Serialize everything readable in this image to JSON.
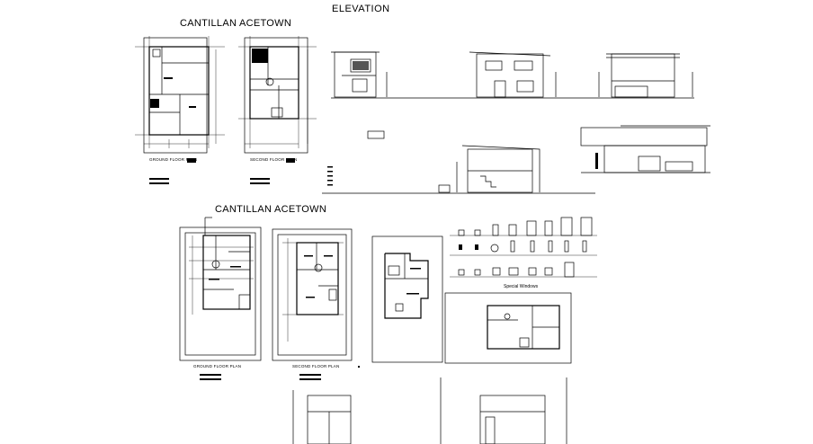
{
  "titles": {
    "elevation": "ELEVATION",
    "top_project": "CANTILLAN ACETOWN",
    "bottom_project": "CANTILLAN ACETOWN"
  },
  "plan_labels": {
    "top_ground": "GROUND FLOOR PLAN",
    "top_second": "SECOND FLOOR PLAN",
    "bottom_ground": "GROUND FLOOR PLAN",
    "bottom_second": "SECOND FLOOR PLAN"
  },
  "windows_label": "Special Windows"
}
